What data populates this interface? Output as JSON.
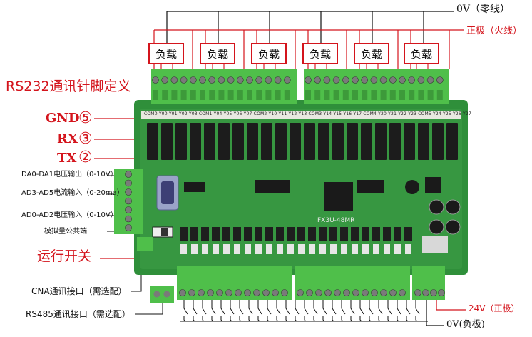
{
  "top_labels": {
    "neutral": "0V（零线）",
    "live": "正极（火线）"
  },
  "loads": [
    "负载",
    "负载",
    "负载",
    "负载",
    "负载",
    "负载"
  ],
  "rs232": {
    "title": "RS232通讯针脚定义",
    "pins": [
      {
        "name": "GND",
        "number": "⑤"
      },
      {
        "name": "RX",
        "number": "③"
      },
      {
        "name": "TX",
        "number": "②"
      }
    ]
  },
  "left_labels": {
    "da": "DA0-DA1电压输出（0-10V）",
    "ad_current": "AD3-AD5电流输入（0-20ma）",
    "ad_voltage": "AD0-AD2电压输入（0-10V）",
    "analog_common": "模拟量公共端",
    "run_switch": "运行开关",
    "cna": "CNA通讯接口（需选配）",
    "rs485": "RS485通讯接口（需选配）"
  },
  "power_labels": {
    "positive": "24V（正极）",
    "negative": "0V(负极)"
  },
  "board": {
    "model": "FX3U-48MR",
    "top_terminal_text": "COM0 Y00 Y01 Y02 Y03 COM1 Y04 Y05 Y06 Y07 COM2 Y10 Y11 Y12 Y13 COM3 Y14 Y15 Y16 Y17 COM4 Y20 Y21 Y22 Y23 COM5 Y24 Y25 Y26 Y27"
  },
  "colors": {
    "annotation_red": "#d4141c",
    "pcb_green": "#2f8f3a",
    "terminal_green": "#4fbf4a",
    "relay_black": "#1c1c1c"
  }
}
